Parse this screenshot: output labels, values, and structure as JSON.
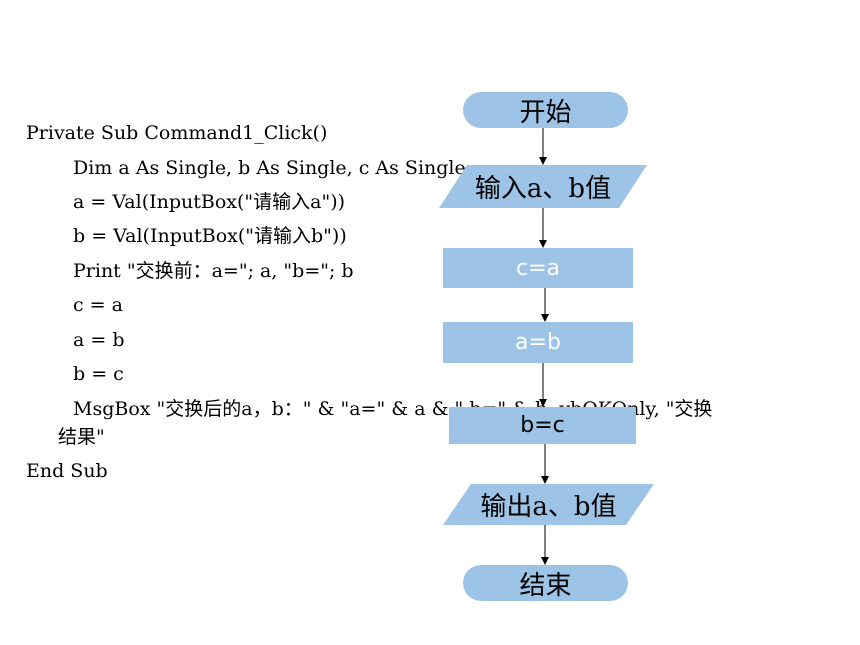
{
  "code": {
    "lines": [
      "Private Sub Command1_Click()",
      "Dim a As Single, b As Single, c As Single",
      "a = Val(InputBox(\"请输入a\"))",
      "b = Val(InputBox(\"请输入b\"))",
      "Print \"交换前：a=\"; a, \"b=\"; b",
      "c = a",
      "a = b",
      "b = c",
      "MsgBox \"交换后的a，b：\" & \"a=\" & a & \" b=\" & b, vbOKOnly, \"交换",
      "结果\"",
      "End Sub"
    ]
  },
  "flowchart": {
    "start": "开始",
    "input": "输入a、b值",
    "step1": "c=a",
    "step2": "a=b",
    "step3": "b=c",
    "output": "输出a、b值",
    "end": "结束"
  },
  "colors": {
    "shape_fill": "#9dc3e6",
    "arrow": "#000000"
  }
}
